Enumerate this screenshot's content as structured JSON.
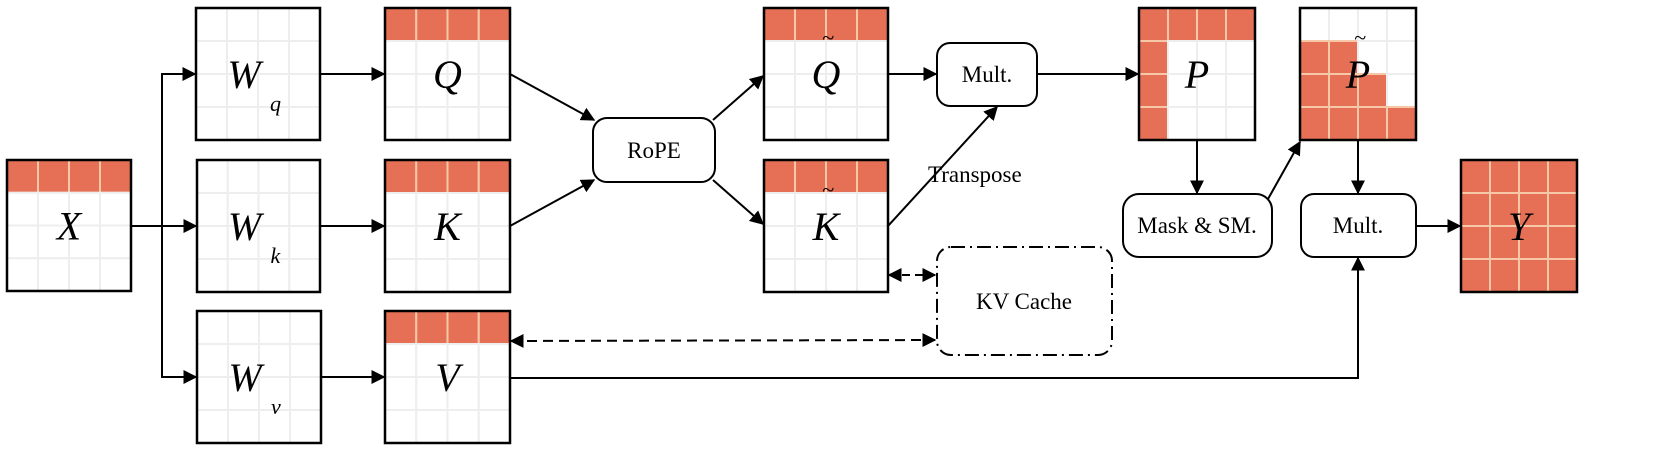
{
  "colors": {
    "filled": "#e67055",
    "filled_line": "#f7c8a8",
    "empty_line": "#eeeeee",
    "stroke": "#000000"
  },
  "matrices": {
    "X": {
      "label": "X",
      "tilde": false,
      "sub": "",
      "pattern": [
        "1111",
        "0000",
        "0000",
        "0000"
      ]
    },
    "Wq": {
      "label": "W",
      "tilde": false,
      "sub": "q",
      "pattern": [
        "0000",
        "0000",
        "0000",
        "0000"
      ]
    },
    "Wk": {
      "label": "W",
      "tilde": false,
      "sub": "k",
      "pattern": [
        "0000",
        "0000",
        "0000",
        "0000"
      ]
    },
    "Wv": {
      "label": "W",
      "tilde": false,
      "sub": "v",
      "pattern": [
        "0000",
        "0000",
        "0000",
        "0000"
      ]
    },
    "Q": {
      "label": "Q",
      "tilde": false,
      "sub": "",
      "pattern": [
        "1111",
        "0000",
        "0000",
        "0000"
      ]
    },
    "K": {
      "label": "K",
      "tilde": false,
      "sub": "",
      "pattern": [
        "1111",
        "0000",
        "0000",
        "0000"
      ]
    },
    "V": {
      "label": "V",
      "tilde": false,
      "sub": "",
      "pattern": [
        "1111",
        "0000",
        "0000",
        "0000"
      ]
    },
    "Qt": {
      "label": "Q",
      "tilde": true,
      "sub": "",
      "pattern": [
        "1111",
        "0000",
        "0000",
        "0000"
      ]
    },
    "Kt": {
      "label": "K",
      "tilde": true,
      "sub": "",
      "pattern": [
        "1111",
        "0000",
        "0000",
        "0000"
      ]
    },
    "P": {
      "label": "P",
      "tilde": false,
      "sub": "",
      "pattern": [
        "1111",
        "1000",
        "1000",
        "1000"
      ]
    },
    "Pt": {
      "label": "P",
      "tilde": true,
      "sub": "",
      "pattern": [
        "0000",
        "1100",
        "1110",
        "1111"
      ]
    },
    "Y": {
      "label": "Y",
      "tilde": false,
      "sub": "",
      "pattern": [
        "1111",
        "1111",
        "1111",
        "1111"
      ]
    }
  },
  "ops": {
    "rope": "RoPE",
    "mult1": "Mult.",
    "mask_sm": "Mask & SM.",
    "mult2": "Mult.",
    "kv_cache": "KV Cache"
  },
  "edge_labels": {
    "transpose": "Transpose"
  },
  "tilde_glyph": "~"
}
